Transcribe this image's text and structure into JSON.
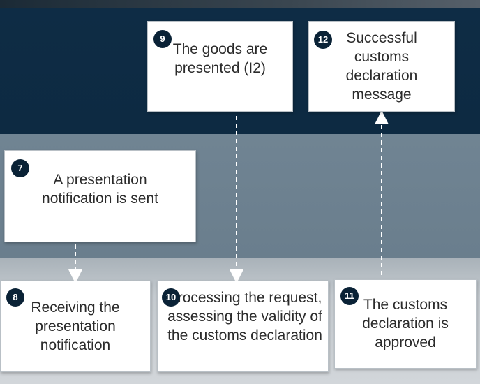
{
  "steps": {
    "s7": {
      "number": "7",
      "text": "A presentation notification is sent"
    },
    "s8": {
      "number": "8",
      "text": "Receiving the presentation notification"
    },
    "s9": {
      "number": "9",
      "text": "The goods are presented (I2)"
    },
    "s10": {
      "number": "10",
      "text": "Processing the request, assessing the validity of the customs declaration"
    },
    "s11": {
      "number": "11",
      "text": "The customs declaration is approved"
    },
    "s12": {
      "number": "12",
      "text": "Successful customs declaration message"
    }
  },
  "colors": {
    "top_band": "#0e2c45",
    "mid_band": "#708493",
    "bottom_band": "#c5cbd0",
    "badge": "#0a2236",
    "box": "#ffffff",
    "arrow": "#ffffff"
  }
}
